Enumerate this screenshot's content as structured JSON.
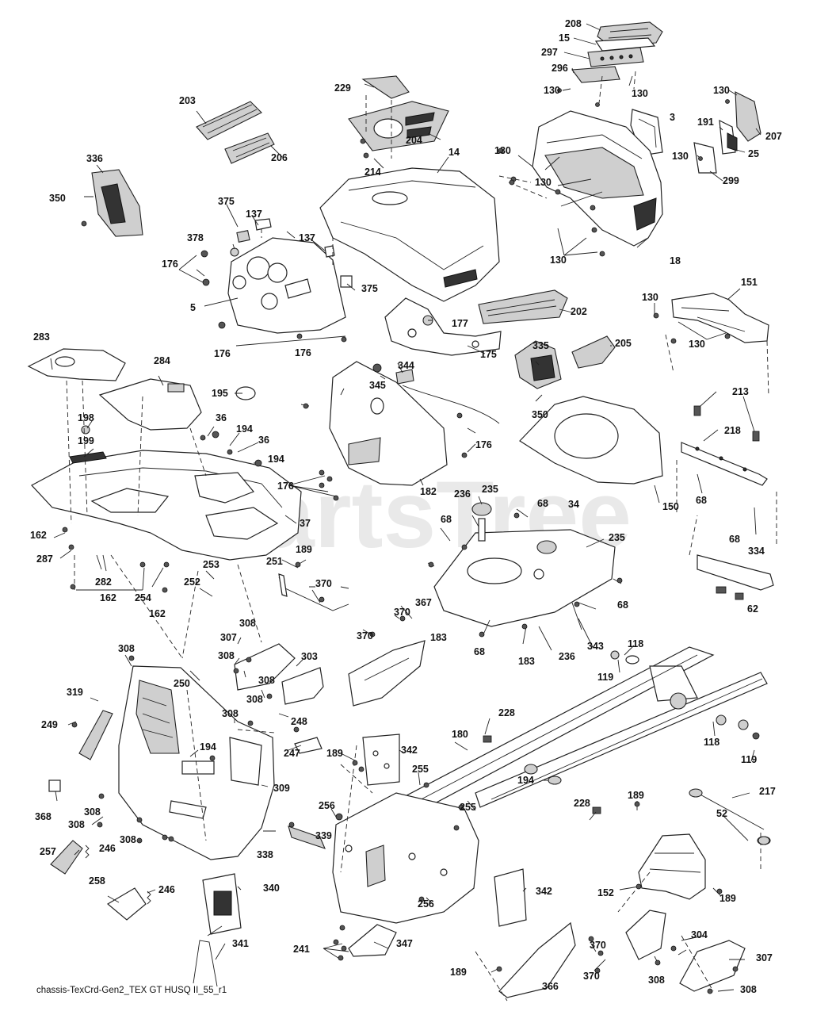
{
  "watermark": "PartsTree",
  "caption": "chassis-TexCrd-Gen2_TEX GT HUSQ II_55_r1",
  "callouts": {
    "c208": "208",
    "c15": "15",
    "c297": "297",
    "c296": "296",
    "c130": "130",
    "c3": "3",
    "c207": "207",
    "c191": "191",
    "c25": "25",
    "c299": "299",
    "c229": "229",
    "c204": "204",
    "c214": "214",
    "c14": "14",
    "c203": "203",
    "c206": "206",
    "c336": "336",
    "c350": "350",
    "c375": "375",
    "c137": "137",
    "c378": "378",
    "c176": "176",
    "c5": "5",
    "c18": "18",
    "c202": "202",
    "c177": "177",
    "c175": "175",
    "c151": "151",
    "c335": "335",
    "c205": "205",
    "c213": "213",
    "c218": "218",
    "c68": "68",
    "c150": "150",
    "c283": "283",
    "c284": "284",
    "c195": "195",
    "c36": "36",
    "c194": "194",
    "c198": "198",
    "c199": "199",
    "c344": "344",
    "c345": "345",
    "c182": "182",
    "c235": "235",
    "c236": "236",
    "c34": "34",
    "c37": "37",
    "c162": "162",
    "c287": "287",
    "c282": "282",
    "c254": "254",
    "c253": "253",
    "c252": "252",
    "c251": "251",
    "c189": "189",
    "c370": "370",
    "c334": "334",
    "c62": "62",
    "c183": "183",
    "c343": "343",
    "c118": "118",
    "c119": "119",
    "c367": "367",
    "c308": "308",
    "c307": "307",
    "c303": "303",
    "c250": "250",
    "c319": "319",
    "c249": "249",
    "c248": "248",
    "c247": "247",
    "c180": "180",
    "c228": "228",
    "c342": "342",
    "c255": "255",
    "c217": "217",
    "c52": "52",
    "c368": "368",
    "c309": "309",
    "c256": "256",
    "c257": "257",
    "c246": "246",
    "c339": "339",
    "c338": "338",
    "c152": "152",
    "c258": "258",
    "c340": "340",
    "c304": "304",
    "c241": "241",
    "c347": "347",
    "c341": "341",
    "c366": "366"
  }
}
